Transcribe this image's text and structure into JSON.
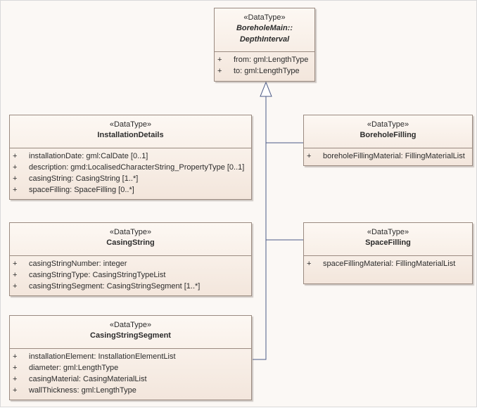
{
  "classes": {
    "depth_interval": {
      "stereotype": "«DataType»",
      "name_line1": "BoreholeMain::",
      "name_line2": "DepthInterval",
      "attributes": [
        {
          "vis": "+",
          "text": "from: gml:LengthType"
        },
        {
          "vis": "+",
          "text": "to: gml:LengthType"
        }
      ]
    },
    "installation_details": {
      "stereotype": "«DataType»",
      "name": "InstallationDetails",
      "attributes": [
        {
          "vis": "+",
          "text": "installationDate: gml:CalDate [0..1]"
        },
        {
          "vis": "+",
          "text": "description: gmd:LocalisedCharacterString_PropertyType [0..1]"
        },
        {
          "vis": "+",
          "text": "casingString: CasingString [1..*]"
        },
        {
          "vis": "+",
          "text": "spaceFilling: SpaceFilling [0..*]"
        }
      ]
    },
    "borehole_filling": {
      "stereotype": "«DataType»",
      "name": "BoreholeFilling",
      "attributes": [
        {
          "vis": "+",
          "text": "boreholeFillingMaterial: FillingMaterialList"
        }
      ]
    },
    "casing_string": {
      "stereotype": "«DataType»",
      "name": "CasingString",
      "attributes": [
        {
          "vis": "+",
          "text": "casingStringNumber: integer"
        },
        {
          "vis": "+",
          "text": "casingStringType: CasingStringTypeList"
        },
        {
          "vis": "+",
          "text": "casingStringSegment: CasingStringSegment [1..*]"
        }
      ]
    },
    "space_filling": {
      "stereotype": "«DataType»",
      "name": "SpaceFilling",
      "attributes": [
        {
          "vis": "+",
          "text": "spaceFillingMaterial: FillingMaterialList"
        }
      ]
    },
    "casing_string_segment": {
      "stereotype": "«DataType»",
      "name": "CasingStringSegment",
      "attributes": [
        {
          "vis": "+",
          "text": "installationElement: InstallationElementList"
        },
        {
          "vis": "+",
          "text": "diameter: gml:LengthType"
        },
        {
          "vis": "+",
          "text": "casingMaterial: CasingMaterialList"
        },
        {
          "vis": "+",
          "text": "wallThickness: gml:LengthType"
        }
      ]
    }
  },
  "colors": {
    "connector": "#4b5a86"
  }
}
